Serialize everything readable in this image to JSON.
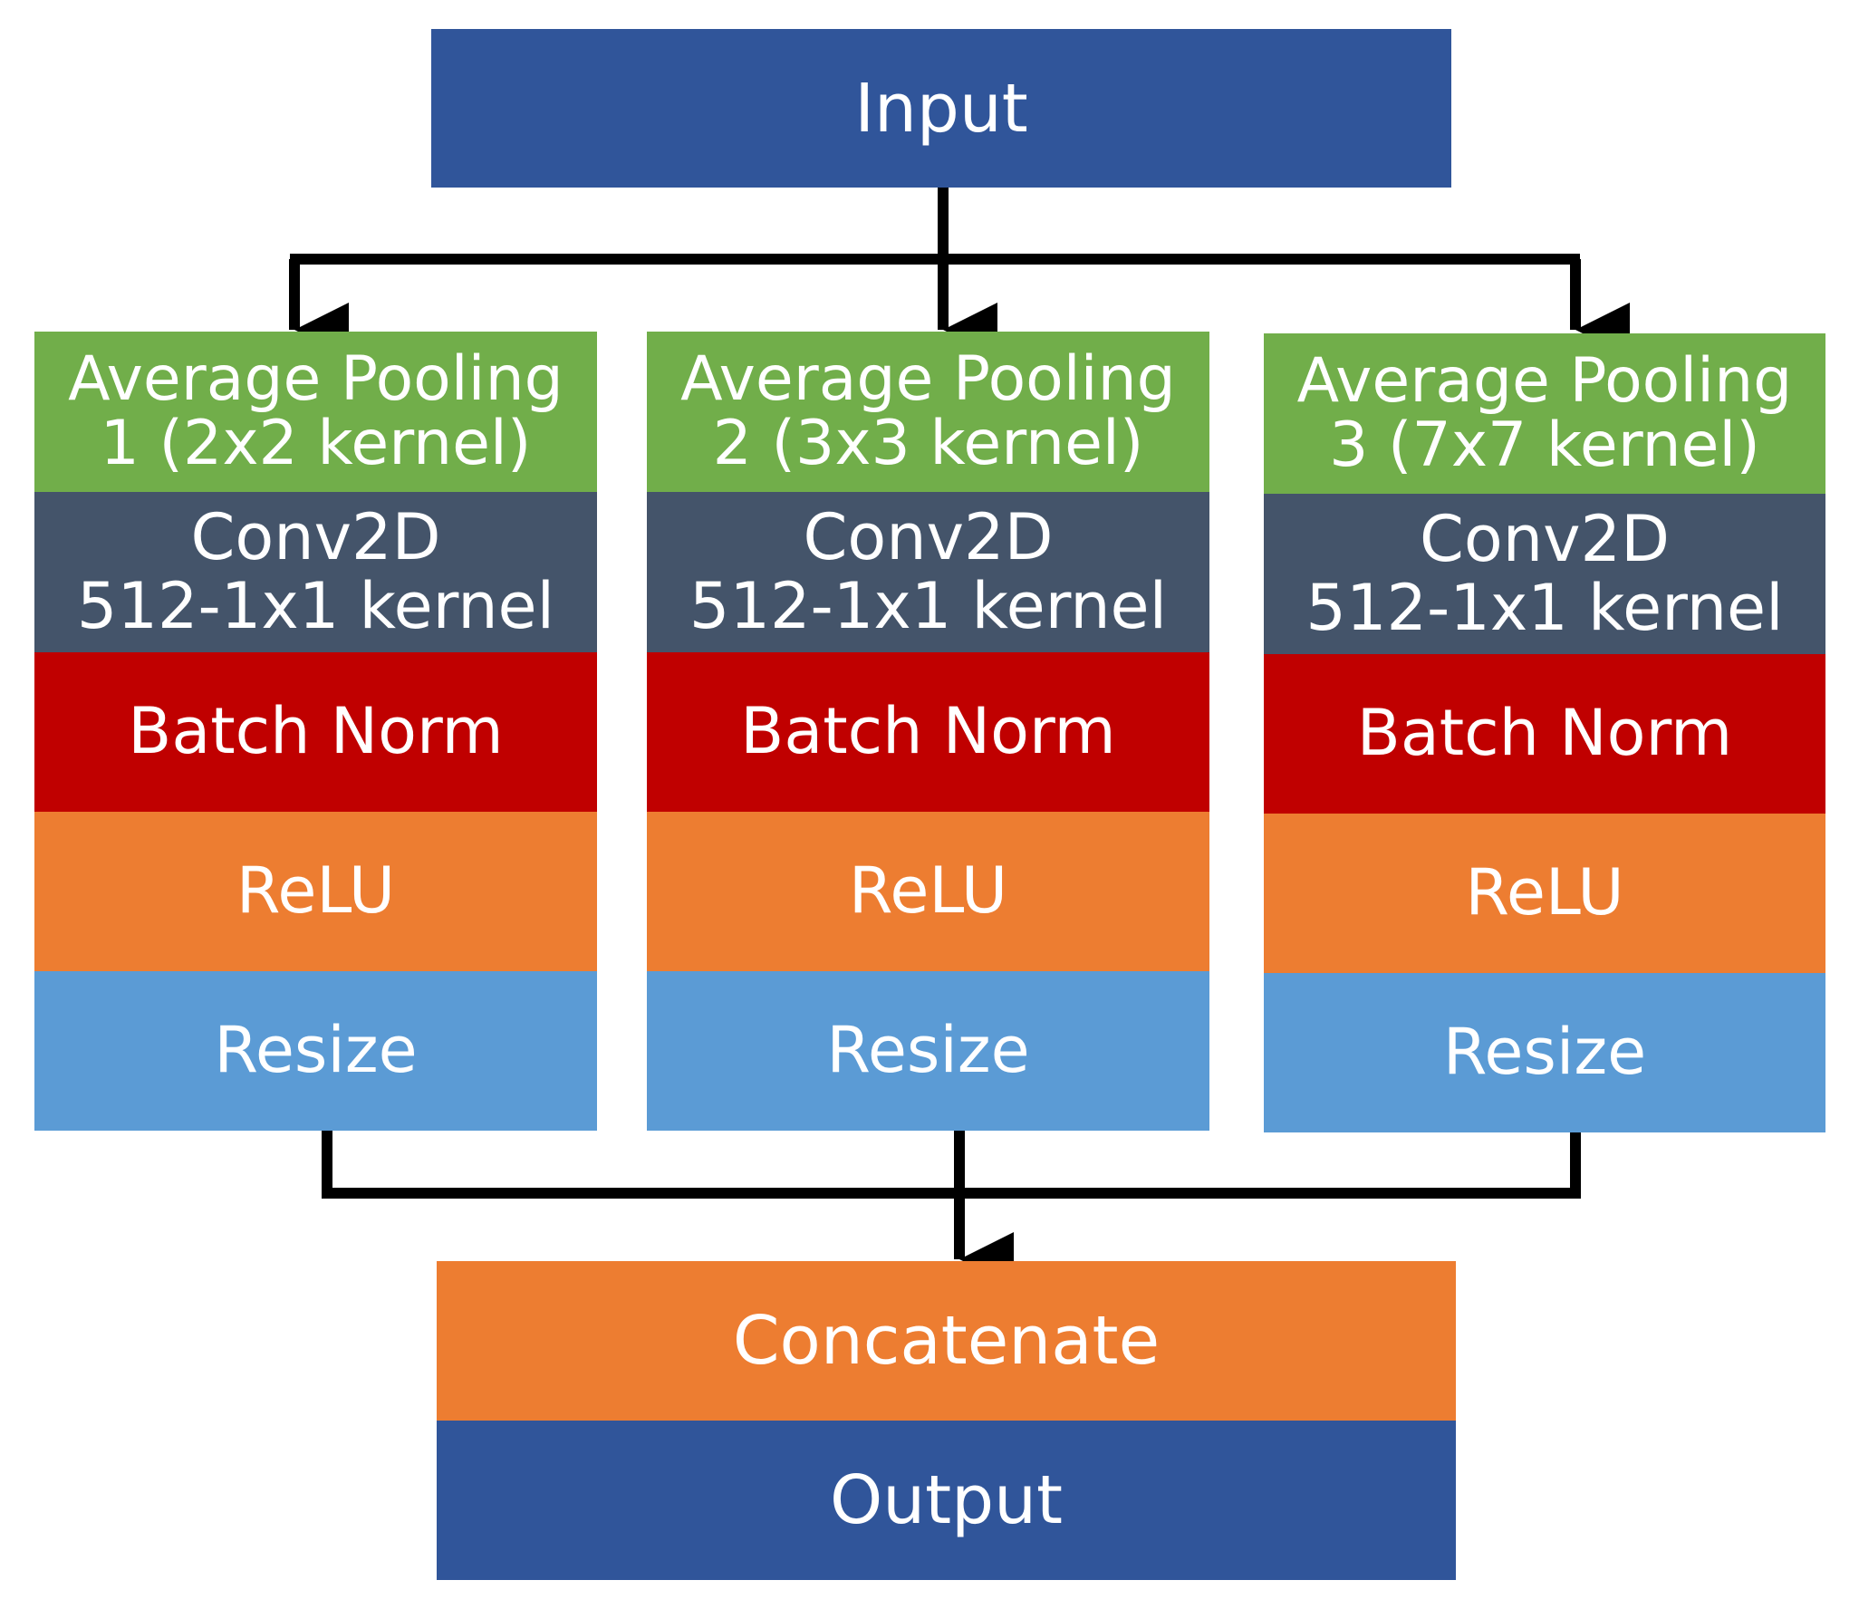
{
  "input": {
    "label": "Input"
  },
  "branches": [
    {
      "pool_line1": "Average Pooling",
      "pool_line2": "1 (2x2 kernel)",
      "conv_line1": "Conv2D",
      "conv_line2": "512-1x1 kernel",
      "bn": "Batch Norm",
      "relu": "ReLU",
      "resize": "Resize"
    },
    {
      "pool_line1": "Average Pooling",
      "pool_line2": "2 (3x3 kernel)",
      "conv_line1": "Conv2D",
      "conv_line2": "512-1x1 kernel",
      "bn": "Batch Norm",
      "relu": "ReLU",
      "resize": "Resize"
    },
    {
      "pool_line1": "Average Pooling",
      "pool_line2": "3 (7x7 kernel)",
      "conv_line1": "Conv2D",
      "conv_line2": "512-1x1 kernel",
      "bn": "Batch Norm",
      "relu": "ReLU",
      "resize": "Resize"
    }
  ],
  "concat": {
    "label": "Concatenate"
  },
  "output": {
    "label": "Output"
  },
  "colors": {
    "input_output": "#30559a",
    "pooling": "#71ae4a",
    "conv": "#44546a",
    "batch_norm": "#c00000",
    "relu_concat": "#ed7d31",
    "resize": "#5b9bd5",
    "connector": "#000000"
  }
}
